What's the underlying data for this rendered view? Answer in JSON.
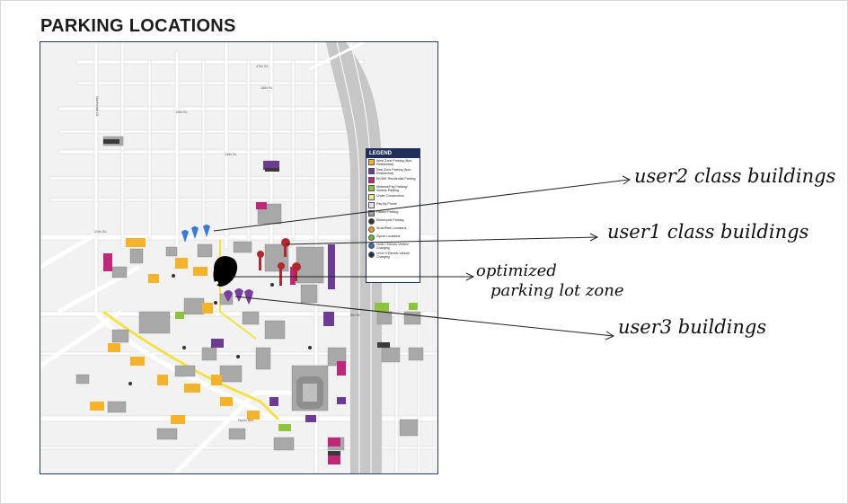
{
  "page": {
    "title": "PARKING LOCATIONS"
  },
  "map": {
    "street_labels": [
      "17th St.",
      "16th St.",
      "15th St.",
      "14th St.",
      "10th St.",
      "5th St.",
      "North Ave.",
      "Northside Dr."
    ],
    "legend": {
      "title": "LEGEND",
      "items": [
        {
          "label": "West Zone Parking (Non-Residential)",
          "color": "#f5b32b",
          "shape": "square"
        },
        {
          "label": "East Zone Parking (Non-Residential)",
          "color": "#6b3c8f",
          "shape": "square"
        },
        {
          "label": "EK/WK Residential Parking",
          "color": "#c0267a",
          "shape": "square"
        },
        {
          "label": "Metered/Pay Parking/ Visitors Parking",
          "color": "#8fc33e",
          "shape": "square"
        },
        {
          "label": "Under Construction",
          "color": "#f2ea8a",
          "shape": "square"
        },
        {
          "label": "Pay By Phone",
          "color": "#e8e0ef",
          "shape": "square"
        },
        {
          "label": "Patient Parking",
          "color": "#9b9b9b",
          "shape": "square"
        },
        {
          "label": "Motorcycle Parking",
          "color": "#333333",
          "shape": "round"
        },
        {
          "label": "SmartPark Locations",
          "color": "#ff9a1f",
          "shape": "round"
        },
        {
          "label": "Zipcar Locations",
          "color": "#69b43a",
          "shape": "round"
        },
        {
          "label": "Level I Electric Vehicle Charging",
          "color": "#3b6bb0",
          "shape": "round"
        },
        {
          "label": "Level II Electric Vehicle Charging",
          "color": "#1f2f5a",
          "shape": "round"
        }
      ]
    },
    "colors": {
      "road": "#ffffff",
      "background": "#f2f2f2",
      "building": "#a8a8a8",
      "highway": "#c7c7c7",
      "west_zone": "#f5b32b",
      "east_zone": "#6b3c8f",
      "residential": "#c0267a",
      "visitor": "#8fc33e",
      "trolley": "#f2e14a"
    }
  },
  "annotations": {
    "user2": "user2 class buildings",
    "user1": "user1 class buildings",
    "optimized_line1": "optimized",
    "optimized_line2": "parking lot zone",
    "user3": "user3 buildings"
  },
  "markers": {
    "user2_color": "#3a7bd5",
    "user1_color": "#b0282d",
    "user3_color": "#7a3ea0",
    "optimized_color": "#000000"
  }
}
